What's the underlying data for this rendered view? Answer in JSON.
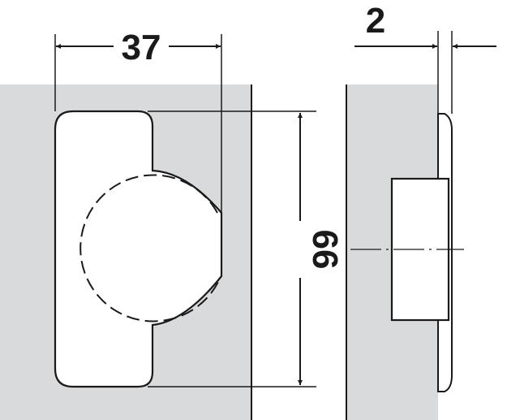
{
  "dimensions": {
    "width_label": "37",
    "offset_label": "2",
    "height_label": "66"
  },
  "colors": {
    "panel_fill": "#d9dadc",
    "line": "#1a1a1a",
    "background": "#ffffff"
  }
}
